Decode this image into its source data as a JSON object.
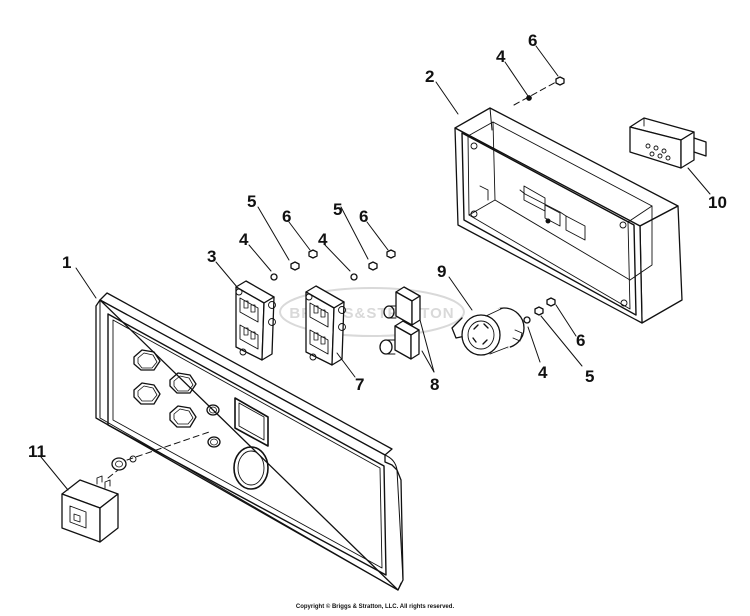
{
  "watermark": {
    "text": "BRIGGS&STRATTON"
  },
  "callouts": [
    {
      "id": "1",
      "label": "1"
    },
    {
      "id": "2",
      "label": "2"
    },
    {
      "id": "3",
      "label": "3"
    },
    {
      "id": "4a",
      "label": "4"
    },
    {
      "id": "4b",
      "label": "4"
    },
    {
      "id": "4c",
      "label": "4"
    },
    {
      "id": "4d",
      "label": "4"
    },
    {
      "id": "5a",
      "label": "5"
    },
    {
      "id": "5b",
      "label": "5"
    },
    {
      "id": "5c",
      "label": "5"
    },
    {
      "id": "6a",
      "label": "6"
    },
    {
      "id": "6b",
      "label": "6"
    },
    {
      "id": "6c",
      "label": "6"
    },
    {
      "id": "6d",
      "label": "6"
    },
    {
      "id": "7",
      "label": "7"
    },
    {
      "id": "8",
      "label": "8"
    },
    {
      "id": "9",
      "label": "9"
    },
    {
      "id": "10",
      "label": "10"
    },
    {
      "id": "11",
      "label": "11"
    }
  ],
  "footer": {
    "copyright": "Copyright © Briggs & Stratton, LLC. All rights reserved."
  },
  "colors": {
    "line": "#111111",
    "background": "#ffffff",
    "watermark": "#d9d9d9"
  }
}
